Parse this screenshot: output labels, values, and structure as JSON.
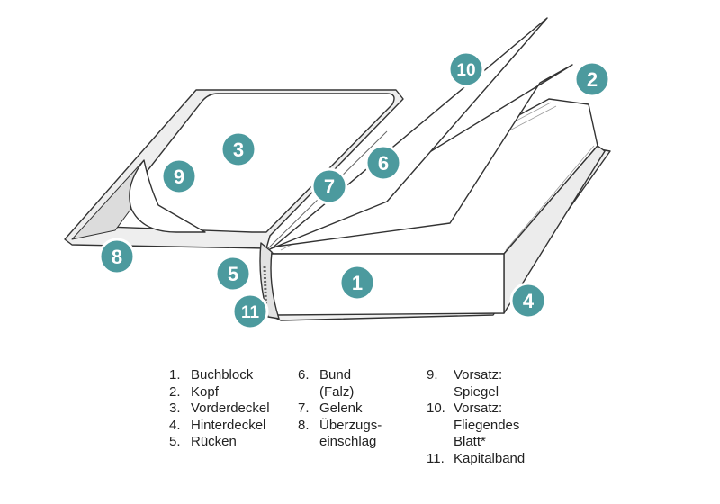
{
  "colors": {
    "badge_fill": "#4c9a9e",
    "badge_ring": "#ffffff",
    "outline": "#333333",
    "cover": "#f2f2f2",
    "page": "#ffffff"
  },
  "badges": [
    "1",
    "2",
    "3",
    "4",
    "5",
    "6",
    "7",
    "8",
    "9",
    "10",
    "11"
  ],
  "legend": {
    "col1": [
      {
        "num": "1.",
        "text": "Buchblock"
      },
      {
        "num": "2.",
        "text": "Kopf"
      },
      {
        "num": "3.",
        "text": "Vorderdeckel"
      },
      {
        "num": "4.",
        "text": "Hinterdeckel"
      },
      {
        "num": "5.",
        "text": "Rücken"
      }
    ],
    "col2": [
      {
        "num": "6.",
        "text": "Bund\n(Falz)"
      },
      {
        "num": "7.",
        "text": "Gelenk"
      },
      {
        "num": "8.",
        "text": "Überzugs-\neinschlag"
      }
    ],
    "col3": [
      {
        "num": "9.",
        "text": "Vorsatz:\nSpiegel"
      },
      {
        "num": "10.",
        "text": "Vorsatz:\nFliegendes\nBlatt*"
      },
      {
        "num": "11.",
        "text": "Kapitalband"
      }
    ]
  }
}
